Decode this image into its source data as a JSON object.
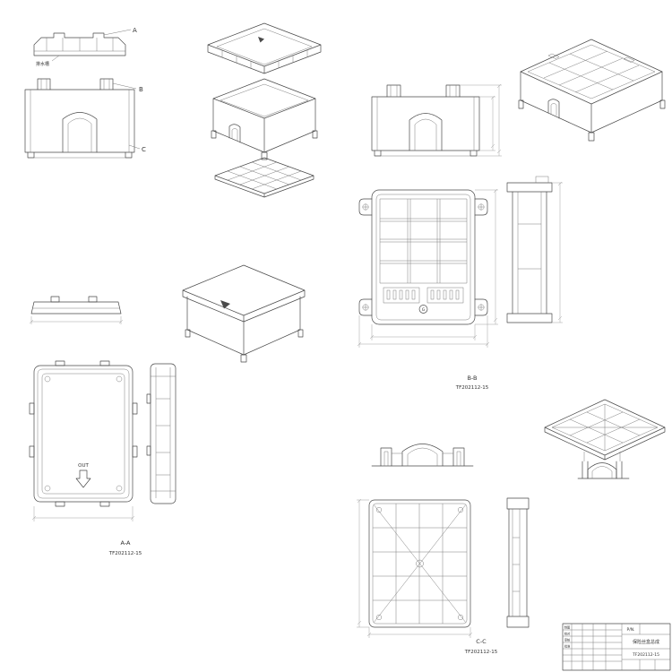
{
  "drawing": {
    "labels": {
      "a": "A",
      "b": "B",
      "c": "C"
    },
    "notes": {
      "drain": "排水槽",
      "out": "OUT",
      "g": "G"
    },
    "sections": {
      "aa_name": "A-A",
      "aa_part": "TF202112-15",
      "bb_name": "B-B",
      "bb_part": "TF202112-15",
      "cc_name": "C-C",
      "cc_part": "TF202112-15"
    },
    "title_block": {
      "pn_label": "P/N.",
      "part_name": "保险丝盒总成",
      "part_no": "TF202112-15",
      "sign_rows": [
        "制图",
        "校对",
        "审核",
        "批准"
      ]
    }
  }
}
